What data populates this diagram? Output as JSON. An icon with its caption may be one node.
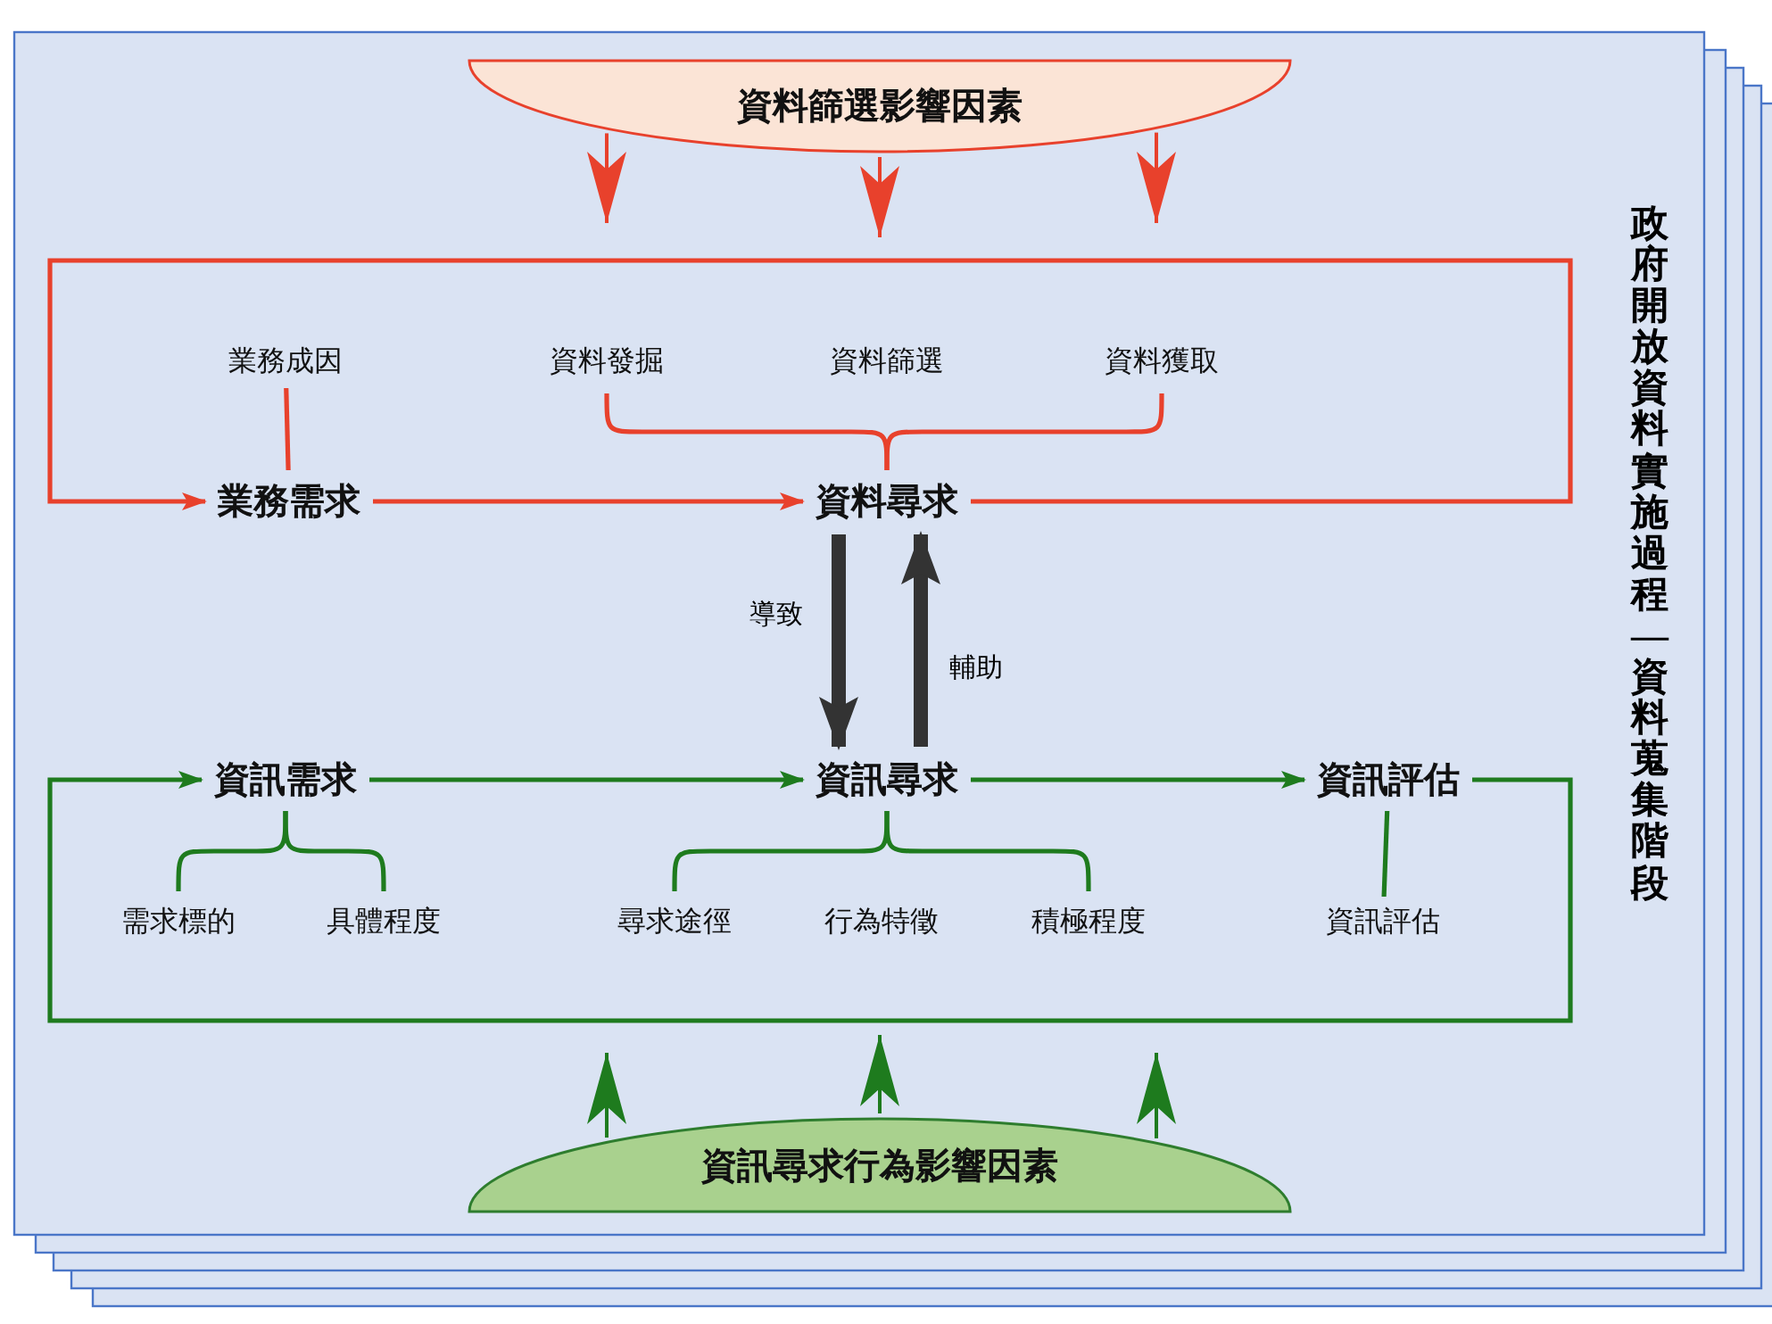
{
  "diagram": {
    "nodes": [
      {
        "text": [
          "資料篩選影響因素"
        ]
      },
      {
        "text": [
          "業務成因"
        ]
      },
      {
        "text": [
          "資料發掘"
        ]
      },
      {
        "text": [
          "資料篩選"
        ]
      },
      {
        "text": [
          "資料獲取"
        ]
      },
      {
        "text": [
          "業務需求"
        ]
      },
      {
        "text": [
          "資料尋求"
        ]
      },
      {
        "text": [
          "資訊需求"
        ]
      },
      {
        "text": [
          "資訊尋求"
        ]
      },
      {
        "text": [
          "資訊評估"
        ]
      },
      {
        "text": [
          "需求標的"
        ]
      },
      {
        "text": [
          "具體程度"
        ]
      },
      {
        "text": [
          "尋求途徑"
        ]
      },
      {
        "text": [
          "行為特徵"
        ]
      },
      {
        "text": [
          "積極程度"
        ]
      },
      {
        "text": [
          "資訊評估"
        ]
      },
      {
        "text": [
          "資訊尋求行為影響因素"
        ]
      }
    ],
    "edges": [
      {
        "from": 5,
        "to": 6,
        "arrow": "to",
        "color": "#e8412c"
      },
      {
        "from": 6,
        "to": 5,
        "arrow": "to",
        "color": "#e8412c"
      },
      {
        "from": 1,
        "to": 5,
        "arrow": "none",
        "color": "#e8412c"
      },
      {
        "from": 2,
        "to": 6,
        "arrow": "none",
        "color": "#e8412c"
      },
      {
        "from": 4,
        "to": 6,
        "arrow": "none",
        "color": "#e8412c"
      },
      {
        "from": 6,
        "to": 8,
        "arrow": "to",
        "label": "導致",
        "style": "thick",
        "color": "#333333"
      },
      {
        "from": 8,
        "to": 6,
        "arrow": "to",
        "label": "輔助",
        "style": "thick",
        "color": "#333333"
      },
      {
        "from": 7,
        "to": 8,
        "arrow": "to"
      },
      {
        "from": 8,
        "to": 9,
        "arrow": "to"
      },
      {
        "from": 9,
        "to": 7,
        "arrow": "to"
      },
      {
        "from": 10,
        "to": 7,
        "arrow": "none"
      },
      {
        "from": 11,
        "to": 7,
        "arrow": "none"
      },
      {
        "from": 12,
        "to": 8,
        "arrow": "none"
      },
      {
        "from": 14,
        "to": 8,
        "arrow": "none"
      },
      {
        "from": 15,
        "to": 9,
        "arrow": "none"
      },
      {
        "from": 0,
        "to": null,
        "arrow": "to",
        "color": "#e8412c"
      },
      {
        "from": 0,
        "to": null,
        "arrow": "to",
        "color": "#e8412c"
      },
      {
        "from": 0,
        "to": null,
        "arrow": "to",
        "color": "#e8412c"
      },
      {
        "from": 16,
        "to": null,
        "arrow": "to"
      },
      {
        "from": 16,
        "to": null,
        "arrow": "to"
      },
      {
        "from": 16,
        "to": null,
        "arrow": "to"
      }
    ],
    "labels": [
      "政府開放資料實施過程—資料蒐集階段"
    ]
  }
}
